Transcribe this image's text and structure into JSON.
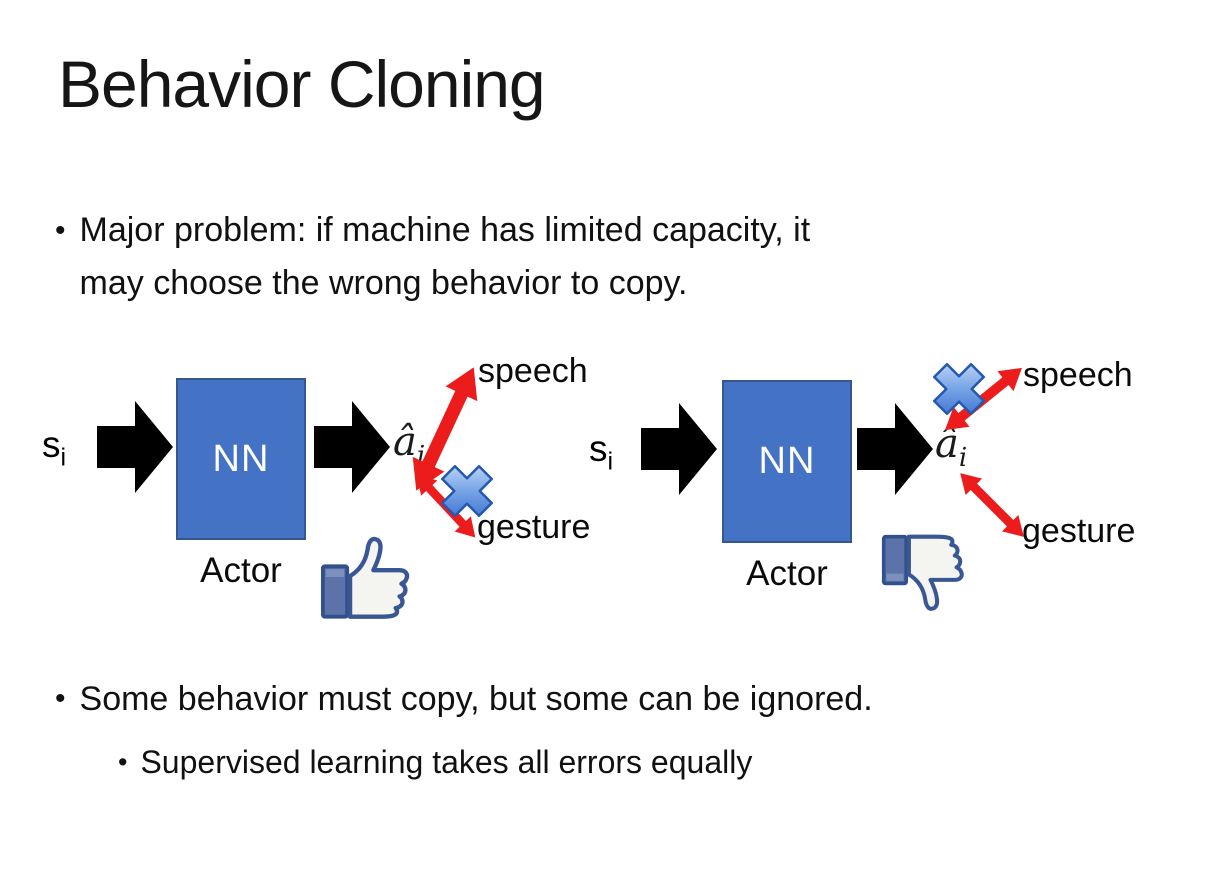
{
  "slide": {
    "title": "Behavior Cloning",
    "bullet_glyph": "•",
    "bullets": {
      "major_problem_line1": "Major problem: if machine has limited capacity, it",
      "major_problem_line2": "may choose the wrong behavior to copy.",
      "some_behavior": "Some behavior must copy, but some can be ignored.",
      "supervised": "Supervised learning takes all errors equally"
    }
  },
  "diagram_labels": {
    "state_symbol": "s",
    "state_subscript": "i",
    "nn_label": "NN",
    "actor_label": "Actor",
    "action_symbol": "â",
    "action_subscript": "i",
    "speech_label": "speech",
    "gesture_label": "gesture"
  },
  "diagrams": {
    "left": {
      "crossed_out_behavior": "gesture",
      "feedback_icon": "thumbs-up"
    },
    "right": {
      "crossed_out_behavior": "speech",
      "feedback_icon": "thumbs-down"
    }
  },
  "colors": {
    "nn_box_fill": "#4472C4",
    "nn_box_border": "#35568F",
    "block_arrow_black": "#000000",
    "relation_arrow_red": "#ED1C1C",
    "cross_blue_light": "#D9E9FA",
    "cross_blue_dark": "#2E66CC",
    "thumb_outline_navy": "#3A5795",
    "thumb_cuff_fill": "#5C73A9",
    "thumb_hand_fill": "#F4F4F1",
    "text_color": "#111111"
  }
}
